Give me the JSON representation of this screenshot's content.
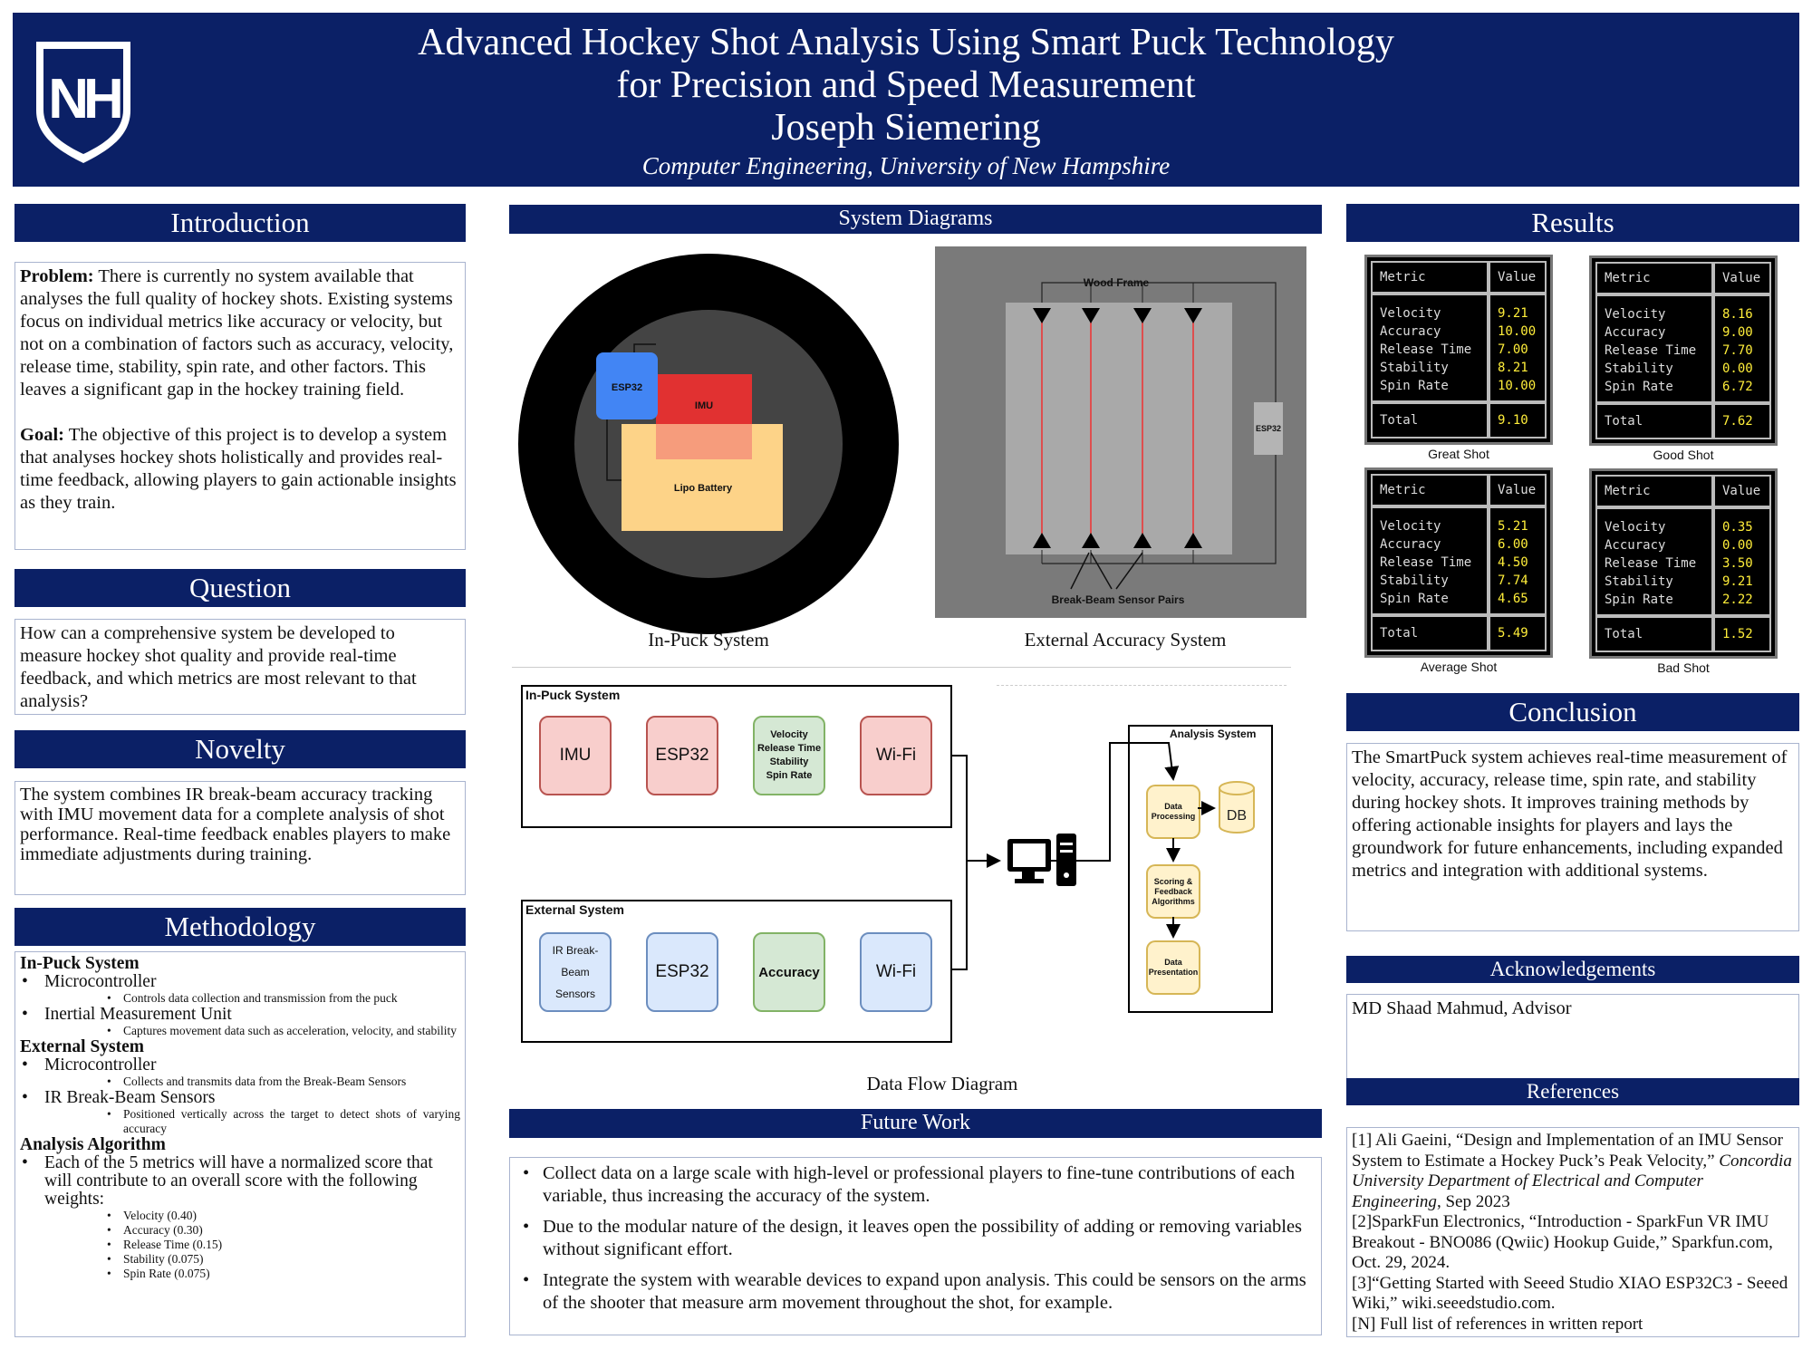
{
  "header": {
    "title_line1": "Advanced Hockey Shot Analysis Using Smart Puck Technology",
    "title_line2": "for Precision and Speed Measurement",
    "author": "Joseph Siemering",
    "affiliation": "Computer Engineering, University of New Hampshire",
    "logo_text": "NH"
  },
  "intro": {
    "heading": "Introduction",
    "problem_label": "Problem:",
    "problem_text": " There is currently no system available that analyses the full quality of hockey shots. Existing systems focus on individual metrics like accuracy or velocity, but not on a combination of factors such as accuracy, velocity, release time, stability, spin rate, and other factors. This leaves a significant gap in the hockey training field.",
    "goal_label": "Goal:",
    "goal_text": " The objective of this project is to develop a system that analyses hockey shots holistically and provides real-time feedback, allowing players to gain actionable insights as they train."
  },
  "question": {
    "heading": "Question",
    "text": "How can a comprehensive system be developed to measure hockey shot quality and provide real-time feedback, and which metrics are most relevant to that analysis?"
  },
  "novelty": {
    "heading": "Novelty",
    "text": "The system combines IR break-beam accuracy tracking with IMU movement data for a complete analysis of shot performance. Real-time feedback enables players to make immediate adjustments during training."
  },
  "methodology": {
    "heading": "Methodology",
    "inpuck": "In-Puck System",
    "micro1": "Microcontroller",
    "micro1_d": "Controls data collection and transmission from the puck",
    "imu": "Inertial Measurement Unit",
    "imu_d": "Captures movement data such as acceleration, velocity, and stability",
    "external": "External System",
    "micro2": "Microcontroller",
    "micro2_d": "Collects and transmits data from the Break-Beam Sensors",
    "ir": "IR Break-Beam Sensors",
    "ir_d": "Positioned vertically across the target to detect shots of varying accuracy",
    "analysis": "Analysis Algorithm",
    "analysis_text": "Each of the 5 metrics will have a normalized score that will contribute to an overall score with the following weights:",
    "weights": [
      "Velocity (0.40)",
      "Accuracy (0.30)",
      "Release Time (0.15)",
      "Stability (0.075)",
      "Spin Rate (0.075)"
    ]
  },
  "diagrams": {
    "heading": "System Diagrams",
    "puck": {
      "esp": "ESP32",
      "imu": "IMU",
      "battery": "Lipo Battery",
      "caption": "In-Puck System"
    },
    "external": {
      "frame": "Wood Frame",
      "esp": "ESP32",
      "sensors": "Break-Beam Sensor Pairs",
      "caption": "External Accuracy System"
    },
    "flow": {
      "inpuck_title": "In-Puck System",
      "imu": "IMU",
      "esp1": "ESP32",
      "metrics": [
        "Velocity",
        "Release Time",
        "Stability",
        "Spin Rate"
      ],
      "wifi1": "Wi-Fi",
      "external_title": "External System",
      "ir": [
        "IR Break-",
        "Beam",
        "Sensors"
      ],
      "esp2": "ESP32",
      "accuracy": "Accuracy",
      "wifi2": "Wi-Fi",
      "analysis_title": "Analysis System",
      "processing": [
        "Data",
        "Processing"
      ],
      "db": "DB",
      "scoring": [
        "Scoring &",
        "Feedback",
        "Algorithms"
      ],
      "presentation": [
        "Data",
        "Presentation"
      ],
      "caption": "Data Flow Diagram"
    }
  },
  "future": {
    "heading": "Future Work",
    "items": [
      "Collect data on a large scale with high-level or professional players to fine-tune contributions of each variable, thus increasing the accuracy of the system.",
      "Due to the modular nature of the design, it leaves open the possibility of adding or removing variables without significant effort.",
      "Integrate the system with wearable devices to expand upon analysis. This could be sensors on the arms of the shooter that measure arm movement throughout the shot, for example."
    ]
  },
  "results": {
    "heading": "Results",
    "col_metric": "Metric",
    "col_value": "Value",
    "metrics": [
      "Velocity",
      "Accuracy",
      "Release Time",
      "Stability",
      "Spin Rate"
    ],
    "total_label": "Total",
    "tables": [
      {
        "caption": "Great Shot",
        "values": [
          "9.21",
          "10.00",
          "7.00",
          "8.21",
          "10.00"
        ],
        "total": "9.10"
      },
      {
        "caption": "Good Shot",
        "values": [
          "8.16",
          "9.00",
          "7.70",
          "0.00",
          "6.72"
        ],
        "total": "7.62"
      },
      {
        "caption": "Average Shot",
        "values": [
          "5.21",
          "6.00",
          "4.50",
          "7.74",
          "4.65"
        ],
        "total": "5.49"
      },
      {
        "caption": "Bad Shot",
        "values": [
          "0.35",
          "0.00",
          "3.50",
          "9.21",
          "2.22"
        ],
        "total": "1.52"
      }
    ]
  },
  "conclusion": {
    "heading": "Conclusion",
    "text": "The SmartPuck system achieves real-time measurement of velocity, accuracy, release time, spin rate, and stability during hockey shots. It improves training methods by offering actionable insights for players and lays the groundwork for future enhancements, including expanded metrics and integration with additional systems."
  },
  "ack": {
    "heading": "Acknowledgements",
    "text": "MD Shaad Mahmud, Advisor"
  },
  "refs": {
    "heading": "References",
    "r1a": "[1] Ali Gaeini, “Design and Implementation of an IMU Sensor System to Estimate a Hockey Puck’s Peak Velocity,” ",
    "r1b": "Concordia University Department of Electrical and Computer Engineering",
    "r1c": ", Sep 2023",
    "r2": "[2]SparkFun Electronics, “Introduction - SparkFun VR IMU Breakout - BNO086 (Qwiic) Hookup Guide,” Sparkfun.com, Oct. 29, 2024.",
    "r3": "[3]“Getting Started with Seeed Studio XIAO ESP32C3 - Seeed Wiki,” wiki.seeedstudio.com.",
    "rn": "[N] Full list of references in written report"
  }
}
